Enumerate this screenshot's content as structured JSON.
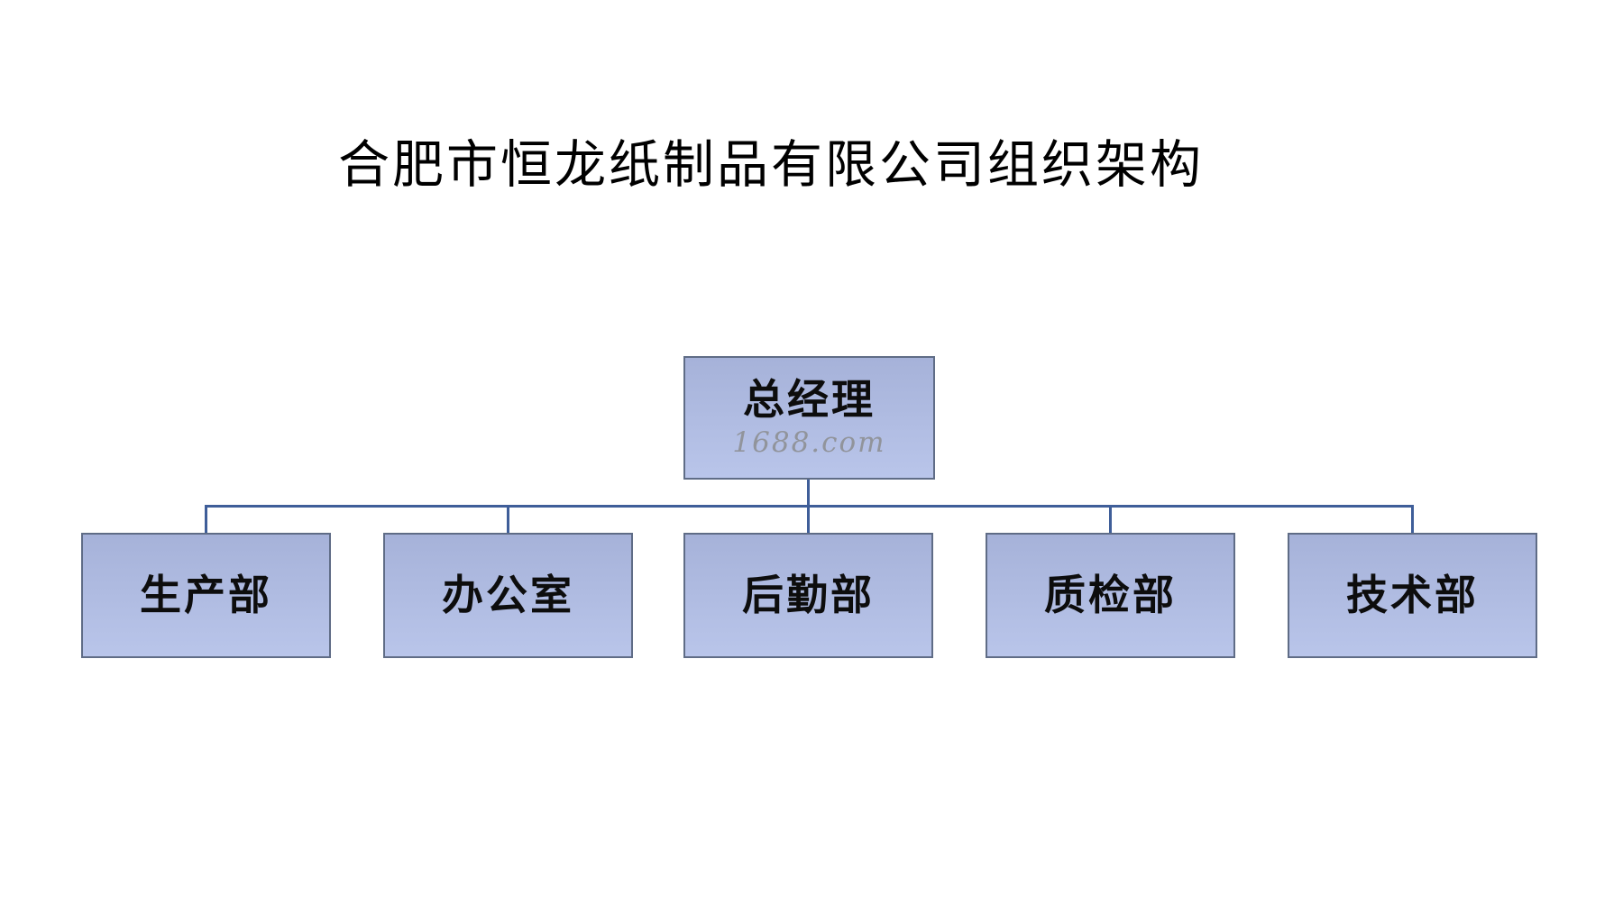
{
  "title": {
    "text": "合肥市恒龙纸制品有限公司组织架构"
  },
  "watermark": {
    "text": "1688.com"
  },
  "org": {
    "root": {
      "label": "总经理"
    },
    "departments": [
      {
        "label": "生产部"
      },
      {
        "label": "办公室"
      },
      {
        "label": "后勤部"
      },
      {
        "label": "质检部"
      },
      {
        "label": "技术部"
      }
    ]
  },
  "colors": {
    "page_bg": "#ffffff",
    "box_fill_top": "#a6b2d9",
    "box_fill_bottom": "#b9c5ea",
    "box_border": "#5f6c86",
    "connector": "#3f5e99",
    "title_text": "#000000",
    "label_text": "#0d0d0d",
    "watermark_text": "#8e9094"
  }
}
